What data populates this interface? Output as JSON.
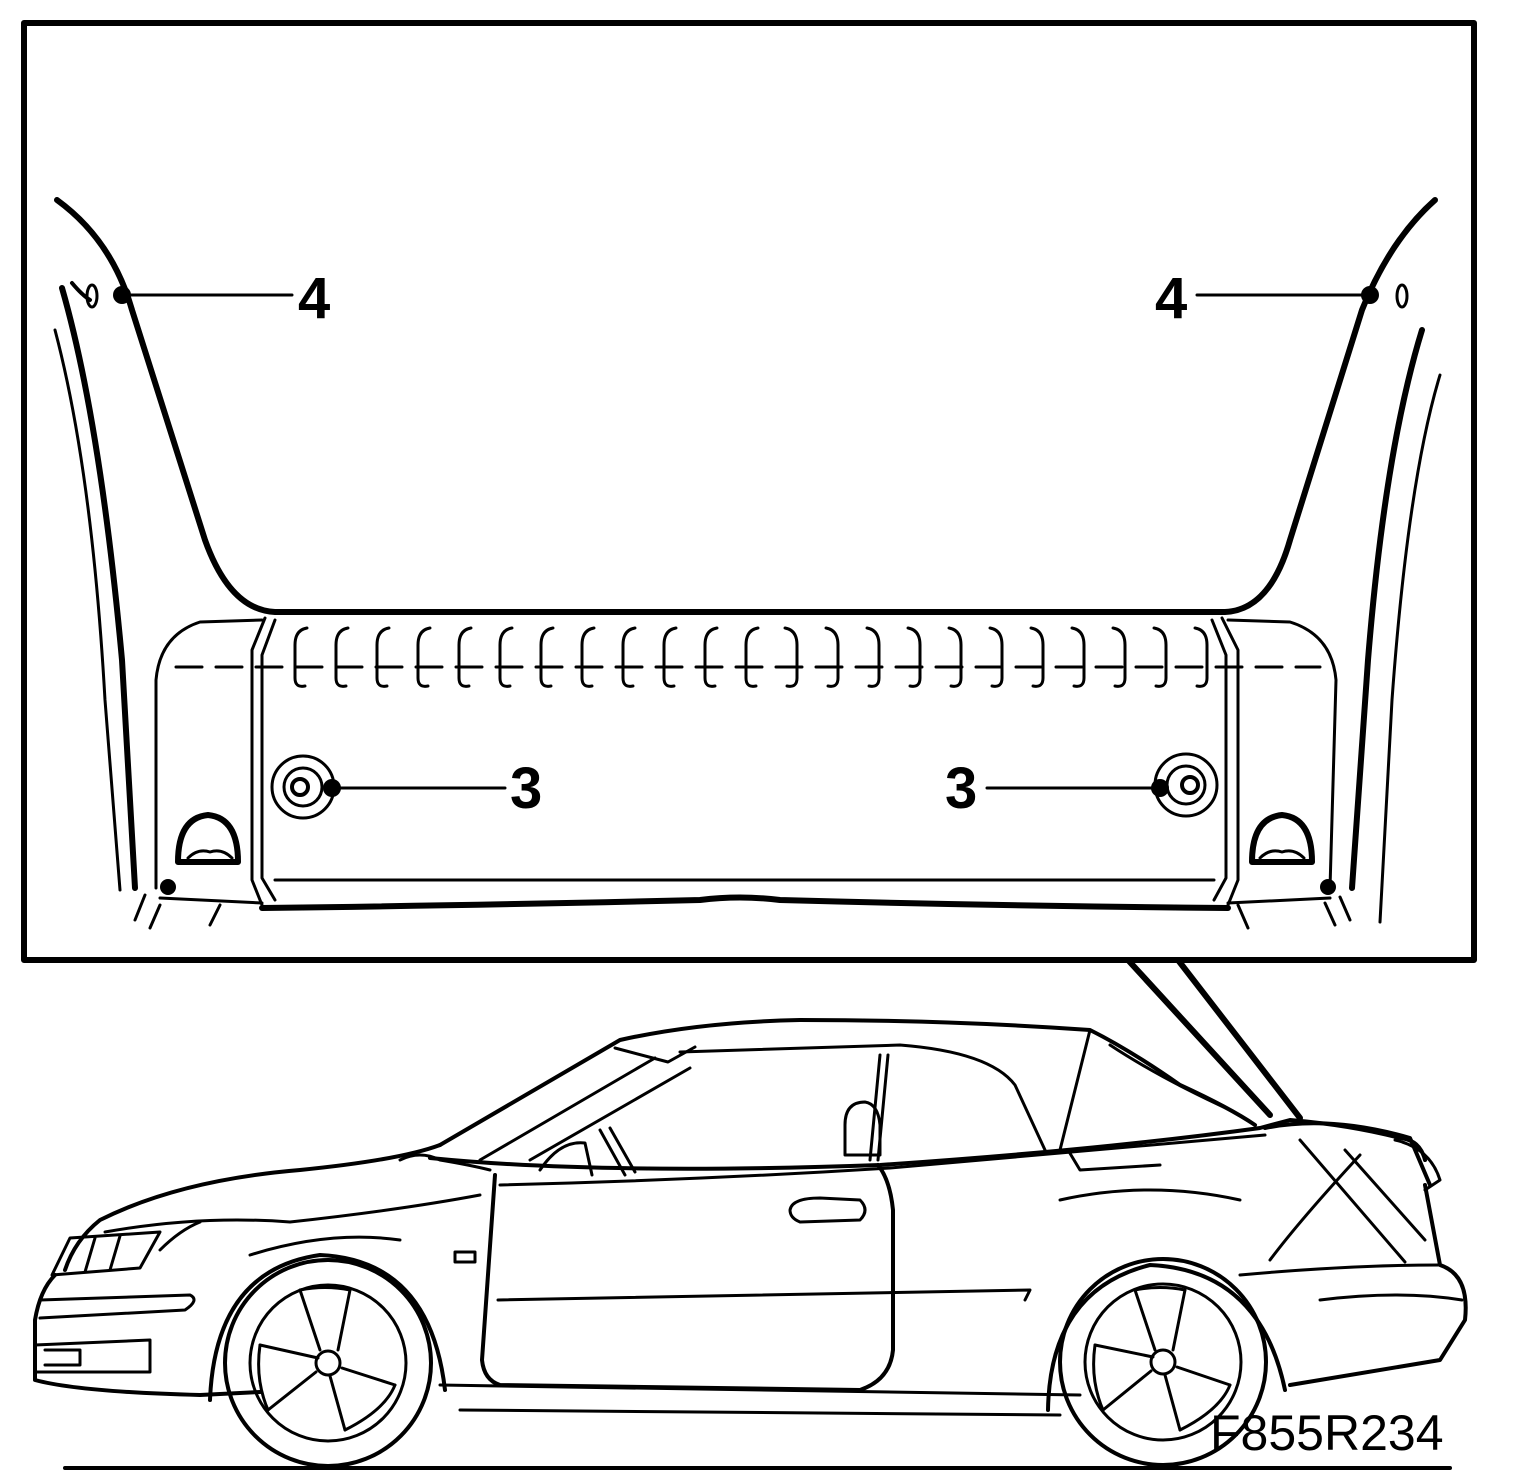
{
  "figure_id": "F855R234",
  "callouts": [
    {
      "id": "left-upper",
      "label": "4",
      "part": "fastener-4"
    },
    {
      "id": "right-upper",
      "label": "4",
      "part": "fastener-4"
    },
    {
      "id": "left-lower",
      "label": "3",
      "part": "fastener-3"
    },
    {
      "id": "right-lower",
      "label": "3",
      "part": "fastener-3"
    }
  ],
  "colors": {
    "line": "#000000",
    "background": "#ffffff"
  },
  "views": [
    {
      "name": "detail-view",
      "subject": "trunk opening trim panel"
    },
    {
      "name": "overview",
      "subject": "convertible car, left side"
    }
  ]
}
